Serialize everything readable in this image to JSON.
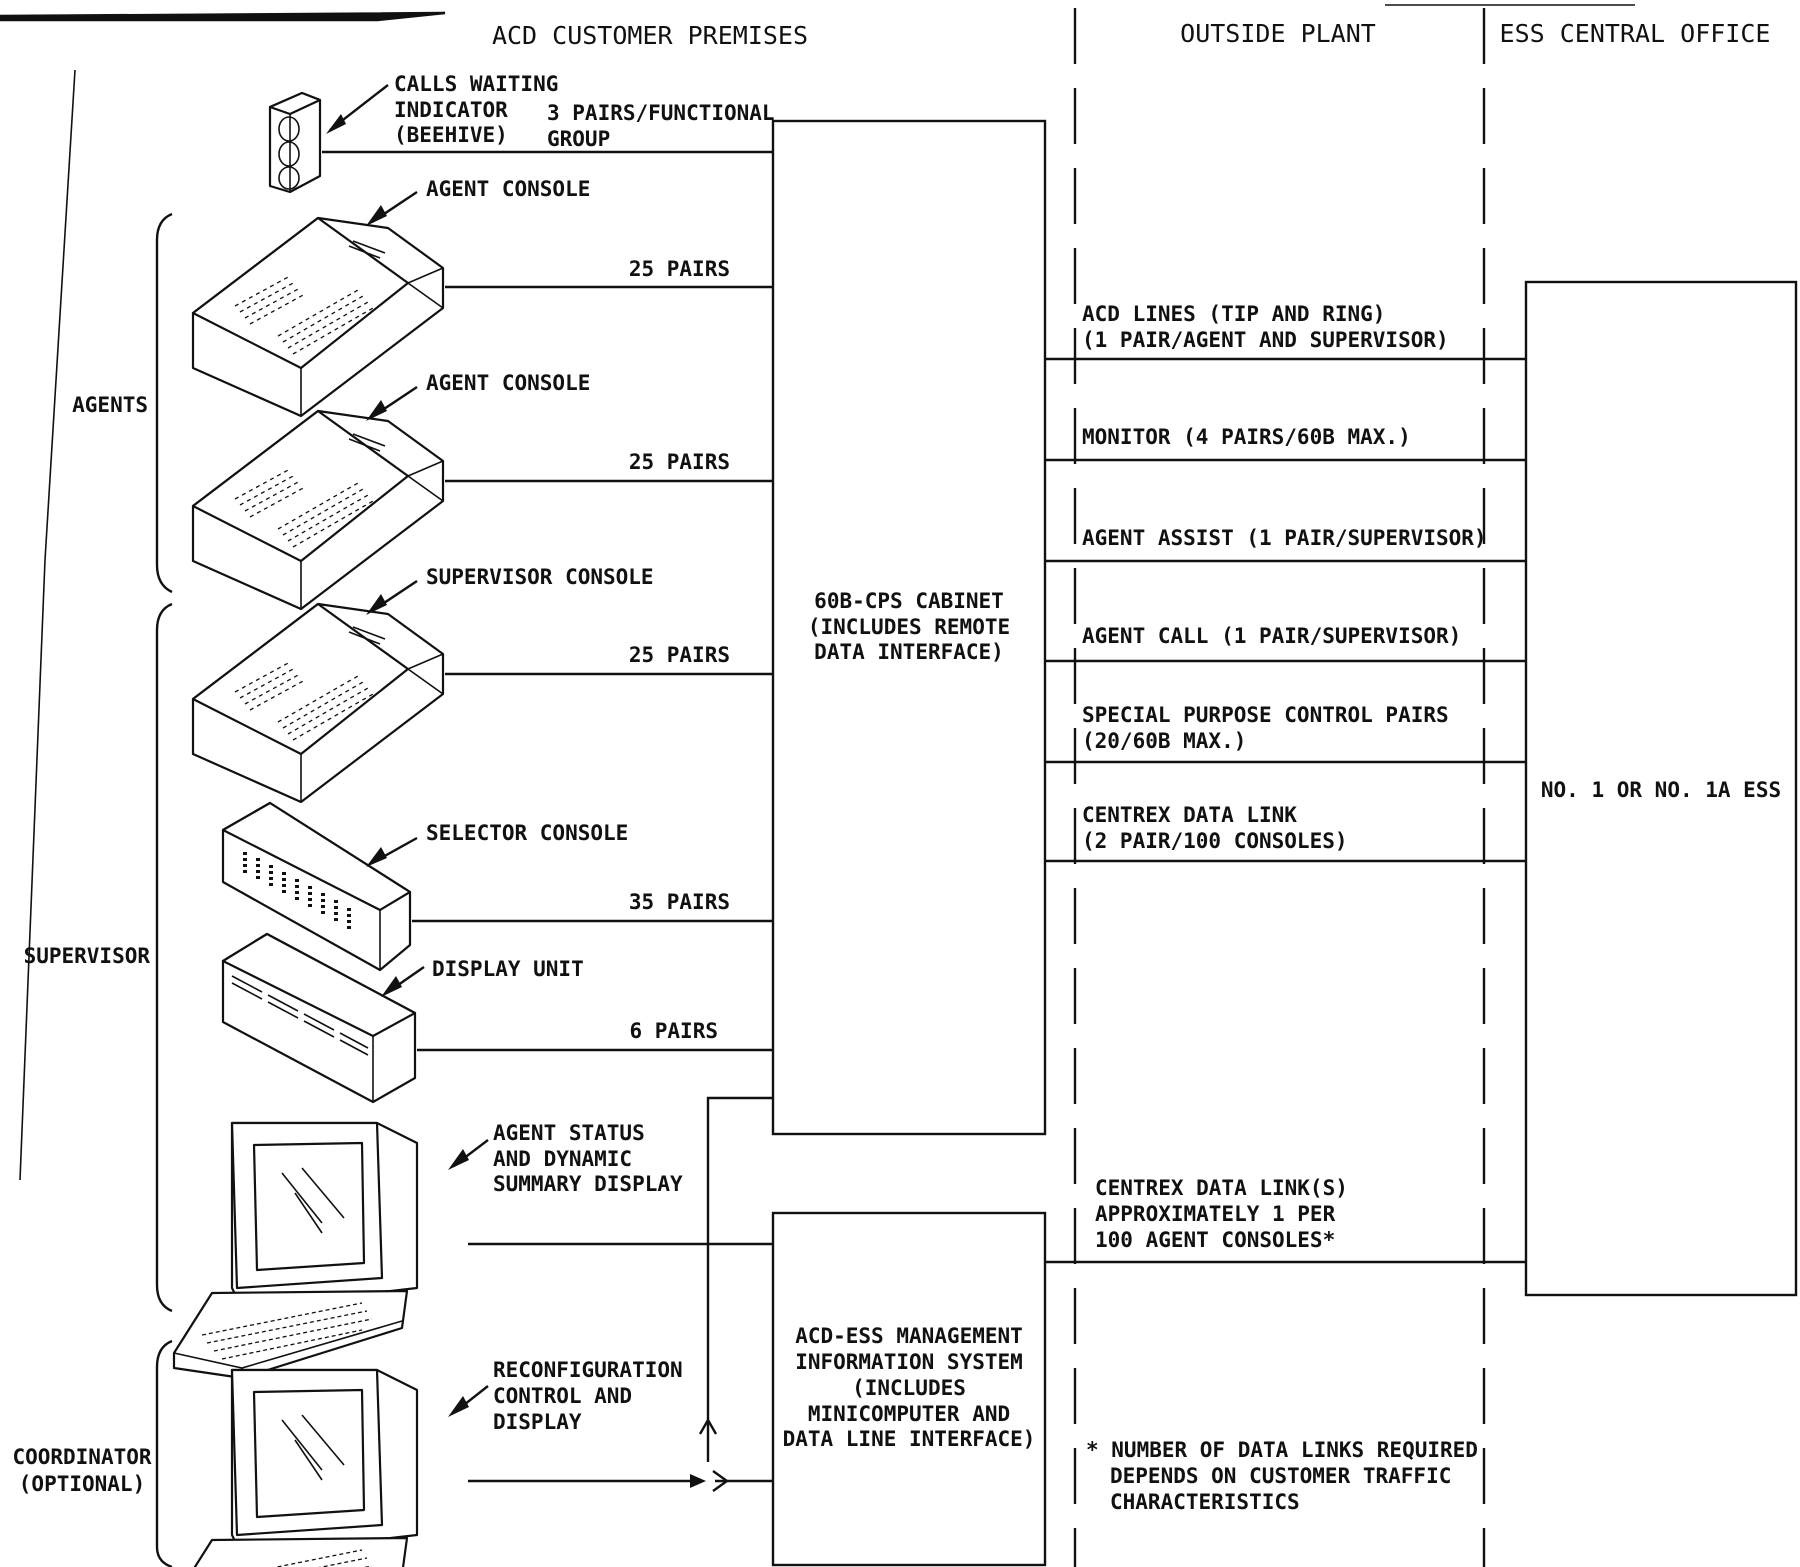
{
  "headers": {
    "customer_premises": "ACD CUSTOMER PREMISES",
    "outside_plant": "OUTSIDE PLANT",
    "central_office": "ESS CENTRAL OFFICE"
  },
  "groups": {
    "agents": "AGENTS",
    "supervisor": "SUPERVISOR",
    "coordinator_line1": "COORDINATOR",
    "coordinator_line2": "(OPTIONAL)"
  },
  "devices": {
    "beehive": [
      "CALLS WAITING",
      "INDICATOR",
      "(BEEHIVE)"
    ],
    "beehive_pairs": [
      "3 PAIRS/FUNCTIONAL",
      "GROUP"
    ],
    "agent_console_1": "AGENT CONSOLE",
    "agent_console_2": "AGENT CONSOLE",
    "supervisor_console": "SUPERVISOR CONSOLE",
    "selector_console": "SELECTOR CONSOLE",
    "display_unit": "DISPLAY UNIT",
    "status_display": [
      "AGENT STATUS",
      "AND DYNAMIC",
      "SUMMARY DISPLAY"
    ],
    "reconfig_display": [
      "RECONFIGURATION",
      "CONTROL AND",
      "DISPLAY"
    ]
  },
  "pairs": {
    "agent_console_1": "25 PAIRS",
    "agent_console_2": "25 PAIRS",
    "supervisor_console": "25 PAIRS",
    "selector_console": "35 PAIRS",
    "display_unit": "6 PAIRS"
  },
  "cabinet": [
    "60B-CPS CABINET",
    "(INCLUDES REMOTE",
    "DATA INTERFACE)"
  ],
  "mis": [
    "ACD-ESS MANAGEMENT",
    "INFORMATION SYSTEM",
    "(INCLUDES",
    "MINICOMPUTER AND",
    "DATA LINE INTERFACE)"
  ],
  "links": {
    "acd_lines": [
      "ACD LINES (TIP AND RING)",
      "(1 PAIR/AGENT AND SUPERVISOR)"
    ],
    "monitor": "MONITOR (4 PAIRS/60B MAX.)",
    "agent_assist": "AGENT ASSIST (1 PAIR/SUPERVISOR)",
    "agent_call": "AGENT CALL (1 PAIR/SUPERVISOR)",
    "special_purpose": [
      "SPECIAL PURPOSE CONTROL PAIRS",
      "(20/60B MAX.)"
    ],
    "centrex_link": [
      "CENTREX DATA LINK",
      "(2 PAIR/100 CONSOLES)"
    ],
    "centrex_links": [
      "CENTREX DATA LINK(S)",
      "APPROXIMATELY 1 PER",
      "100 AGENT CONSOLES*"
    ]
  },
  "ess": "NO. 1 OR NO. 1A ESS",
  "footnote": [
    "* NUMBER OF DATA LINKS REQUIRED",
    "DEPENDS ON CUSTOMER TRAFFIC",
    "CHARACTERISTICS"
  ]
}
